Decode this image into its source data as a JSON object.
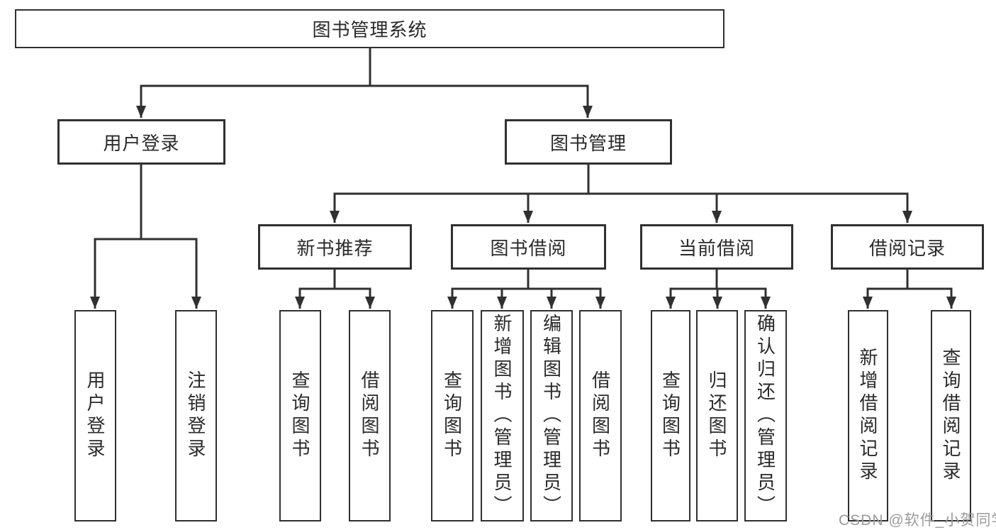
{
  "tree": {
    "label": "图书管理系统",
    "children": [
      {
        "label": "用户登录",
        "children": [
          {
            "label": "用户登录"
          },
          {
            "label": "注销登录"
          }
        ]
      },
      {
        "label": "图书管理",
        "children": [
          {
            "label": "新书推荐",
            "children": [
              {
                "label": "查询图书"
              },
              {
                "label": "借阅图书"
              }
            ]
          },
          {
            "label": "图书借阅",
            "children": [
              {
                "label": "查询图书"
              },
              {
                "label": "新增图书（管理员）"
              },
              {
                "label": "编辑图书（管理员）"
              },
              {
                "label": "借阅图书"
              }
            ]
          },
          {
            "label": "当前借阅",
            "children": [
              {
                "label": "查询图书"
              },
              {
                "label": "归还图书"
              },
              {
                "label": "确认归还（管理员）"
              }
            ]
          },
          {
            "label": "借阅记录",
            "children": [
              {
                "label": "新增借阅记录"
              },
              {
                "label": "查询借阅记录"
              }
            ]
          }
        ]
      }
    ]
  },
  "colors": {
    "line": "#303030",
    "text": "#2a2a2a",
    "watermark": "#9b9b9b",
    "background": "#ffffff"
  },
  "watermark": "CSDN @软件_小贺同学"
}
